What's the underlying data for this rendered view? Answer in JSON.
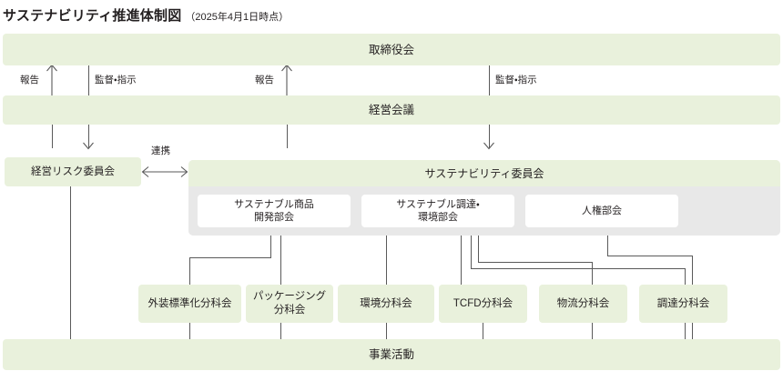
{
  "title": {
    "main": "サステナビリティ推進体制図",
    "sub": "（2025年4月1日時点）"
  },
  "colors": {
    "green": "#e9f1dc",
    "gray_container": "#e8e8e8",
    "white_box": "#ffffff",
    "line": "#5a5a5a",
    "text": "#231f20"
  },
  "bars": {
    "board": "取締役会",
    "management_meeting": "経営会議",
    "business_activities": "事業活動"
  },
  "flow_labels": {
    "report_left": "報告",
    "supervise_left": "監督・指示",
    "report_right": "報告",
    "supervise_right": "監督・指示",
    "cooperation": "連携"
  },
  "risk_committee": {
    "label": "経営リスク委員会"
  },
  "sustainability_committee": {
    "label": "サステナビリティ委員会",
    "departments": [
      {
        "label": "サステナブル商品\n開発部会"
      },
      {
        "label": "サステナブル調達・\n環境部会"
      },
      {
        "label": "人権部会"
      }
    ]
  },
  "subcommittees": [
    {
      "label": "外装標準化分科会"
    },
    {
      "label": "パッケージング\n分科会"
    },
    {
      "label": "環境分科会"
    },
    {
      "label": "TCFD分科会"
    },
    {
      "label": "物流分科会"
    },
    {
      "label": "調達分科会"
    }
  ]
}
